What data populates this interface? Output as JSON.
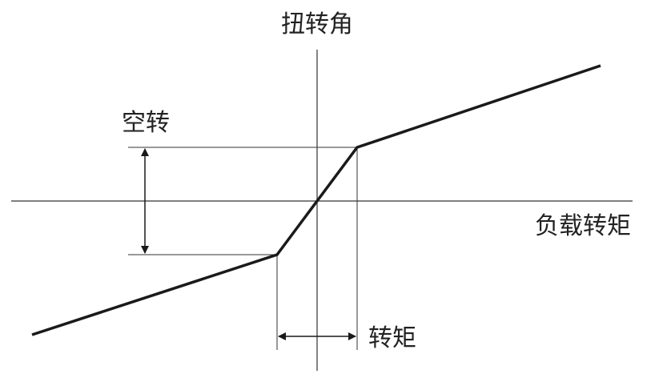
{
  "labels": {
    "y_axis": "扭转角",
    "x_axis": "负载转矩",
    "backlash": "空转",
    "torque": "转矩"
  },
  "colors": {
    "curve": "#1a1a1a",
    "axis": "#333333",
    "text": "#222222"
  }
}
